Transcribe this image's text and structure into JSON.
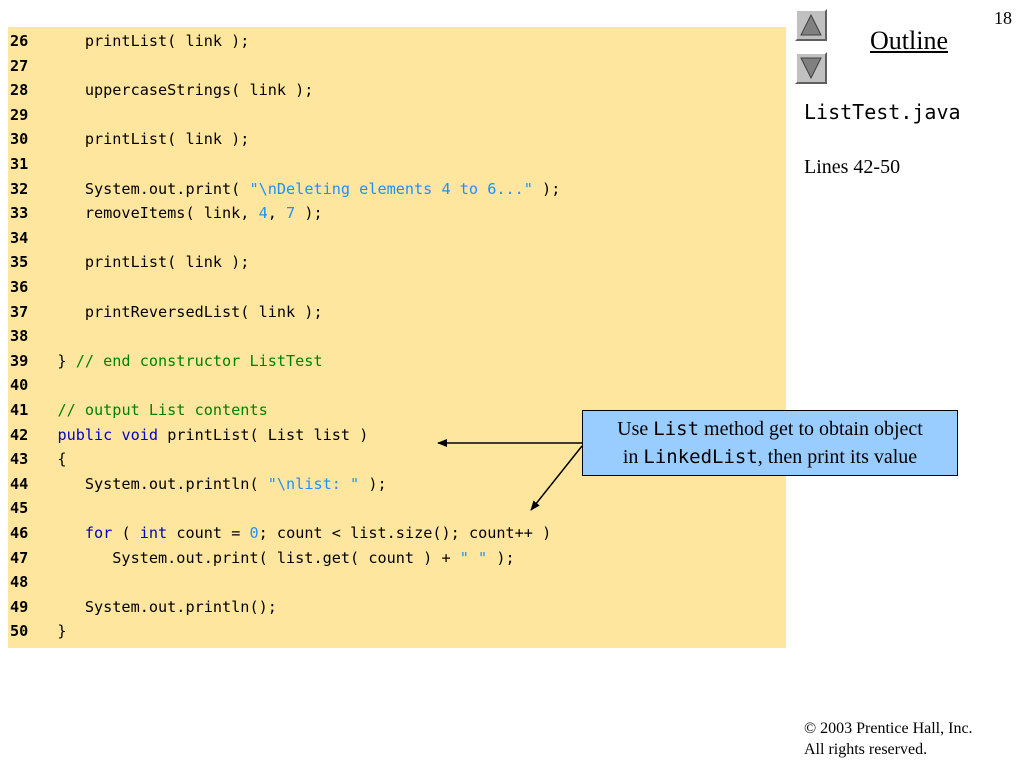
{
  "slide": {
    "page_number": "18",
    "outline_title": "Outline",
    "file_name": "ListTest.java",
    "lines_range": "Lines 42-50",
    "copyright_line1": "© 2003 Prentice Hall, Inc.",
    "copyright_line2": "All rights reserved."
  },
  "nav": {
    "up_icon": "triangle-up-icon",
    "down_icon": "triangle-down-icon"
  },
  "callout": {
    "t1": "Use ",
    "m1": "List",
    "t2": " method get to obtain object",
    "t3": "in ",
    "m2": "LinkedList",
    "t4": ", then print its value"
  },
  "colors": {
    "code_background": "#FFE69E",
    "callout_background": "#99CCFF",
    "keyword": "#0000CC",
    "string": "#1E90FF",
    "comment": "#008000"
  },
  "code": {
    "lines": [
      {
        "num": "26",
        "p": [
          "      printList( link );"
        ]
      },
      {
        "num": "27",
        "p": [
          ""
        ]
      },
      {
        "num": "28",
        "p": [
          "      uppercaseStrings( link );"
        ]
      },
      {
        "num": "29",
        "p": [
          ""
        ]
      },
      {
        "num": "30",
        "p": [
          "      printList( link );"
        ]
      },
      {
        "num": "31",
        "p": [
          ""
        ]
      },
      {
        "num": "32",
        "p": [
          "      System.out.print( ",
          "\"\\nDeleting elements 4 to 6...\"",
          " );"
        ]
      },
      {
        "num": "33",
        "p": [
          "      removeItems( link, ",
          "4",
          ", ",
          "7",
          " );"
        ]
      },
      {
        "num": "34",
        "p": [
          ""
        ]
      },
      {
        "num": "35",
        "p": [
          "      printList( link );"
        ]
      },
      {
        "num": "36",
        "p": [
          ""
        ]
      },
      {
        "num": "37",
        "p": [
          "      printReversedList( link );"
        ]
      },
      {
        "num": "38",
        "p": [
          ""
        ]
      },
      {
        "num": "39",
        "p": [
          "   } ",
          "// end constructor ListTest"
        ]
      },
      {
        "num": "40",
        "p": [
          ""
        ]
      },
      {
        "num": "41",
        "p": [
          "   ",
          "// output List contents"
        ]
      },
      {
        "num": "42",
        "p": [
          "   ",
          "public",
          " ",
          "void",
          " printList( List list )"
        ]
      },
      {
        "num": "43",
        "p": [
          "   {"
        ]
      },
      {
        "num": "44",
        "p": [
          "      System.out.println( ",
          "\"\\nlist: \"",
          " );"
        ]
      },
      {
        "num": "45",
        "p": [
          ""
        ]
      },
      {
        "num": "46",
        "p": [
          "      ",
          "for",
          " ( ",
          "int",
          " count = ",
          "0",
          "; count < list.size(); count++ )"
        ]
      },
      {
        "num": "47",
        "p": [
          "         System.out.print( list.get( count ) + ",
          "\" \"",
          " );"
        ]
      },
      {
        "num": "48",
        "p": [
          ""
        ]
      },
      {
        "num": "49",
        "p": [
          "      System.out.println();"
        ]
      },
      {
        "num": "50",
        "p": [
          "   }"
        ]
      }
    ]
  }
}
